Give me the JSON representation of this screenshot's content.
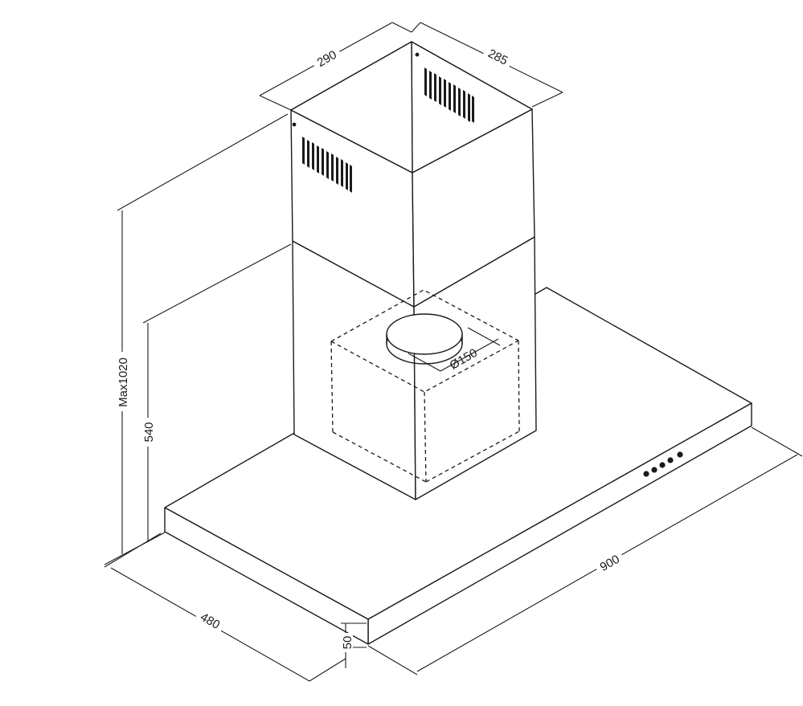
{
  "dimensions": {
    "chimney_width": "290",
    "chimney_depth": "285",
    "max_height": "Max1020",
    "chimney_lower_height": "540",
    "duct_diameter": "Ø150",
    "hood_depth": "480",
    "hood_thickness": "50",
    "hood_width": "900"
  },
  "colors": {
    "line": "#1a1a1a",
    "background": "#ffffff"
  }
}
